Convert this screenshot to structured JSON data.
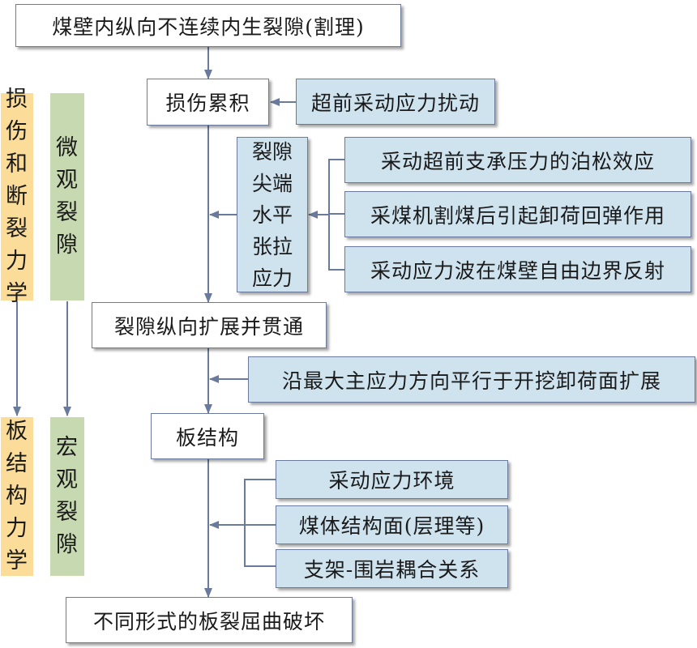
{
  "main_chain": {
    "top": "煤壁内纵向不连续内生裂隙(割理)",
    "damage": "损伤累积",
    "propagation": "裂隙纵向扩展并贯通",
    "plate": "板结构",
    "bottom": "不同形式的板裂屈曲破坏"
  },
  "tip_stress": [
    "裂隙",
    "尖端",
    "水平",
    "张拉",
    "应力"
  ],
  "factors": {
    "advance_disturbance": "超前采动应力扰动",
    "tip_causes": [
      "采动超前支承压力的泊松效应",
      "采煤机割煤后引起卸荷回弹作用",
      "采动应力波在煤壁自由边界反射"
    ],
    "extension_direction": "沿最大主应力方向平行于开挖卸荷面扩展",
    "plate_causes": [
      "采动应力环境",
      "煤体结构面(层理等)",
      "支架-围岩耦合关系"
    ]
  },
  "side_labels": {
    "mechanics_top": [
      "损",
      "伤",
      "和",
      "断",
      "裂",
      "力",
      "学"
    ],
    "micro": [
      "微",
      "观",
      "裂",
      "隙"
    ],
    "mechanics_bottom": [
      "板",
      "结",
      "构",
      "力",
      "学"
    ],
    "macro": [
      "宏",
      "观",
      "裂",
      "隙"
    ]
  },
  "colors": {
    "main_box_fill": "#ffffff",
    "factor_box_fill": "#cfe3ef",
    "mechanics_fill": "#fbdc98",
    "crack_scale_fill": "#c6d9b0",
    "line": "#6a7a9c"
  }
}
